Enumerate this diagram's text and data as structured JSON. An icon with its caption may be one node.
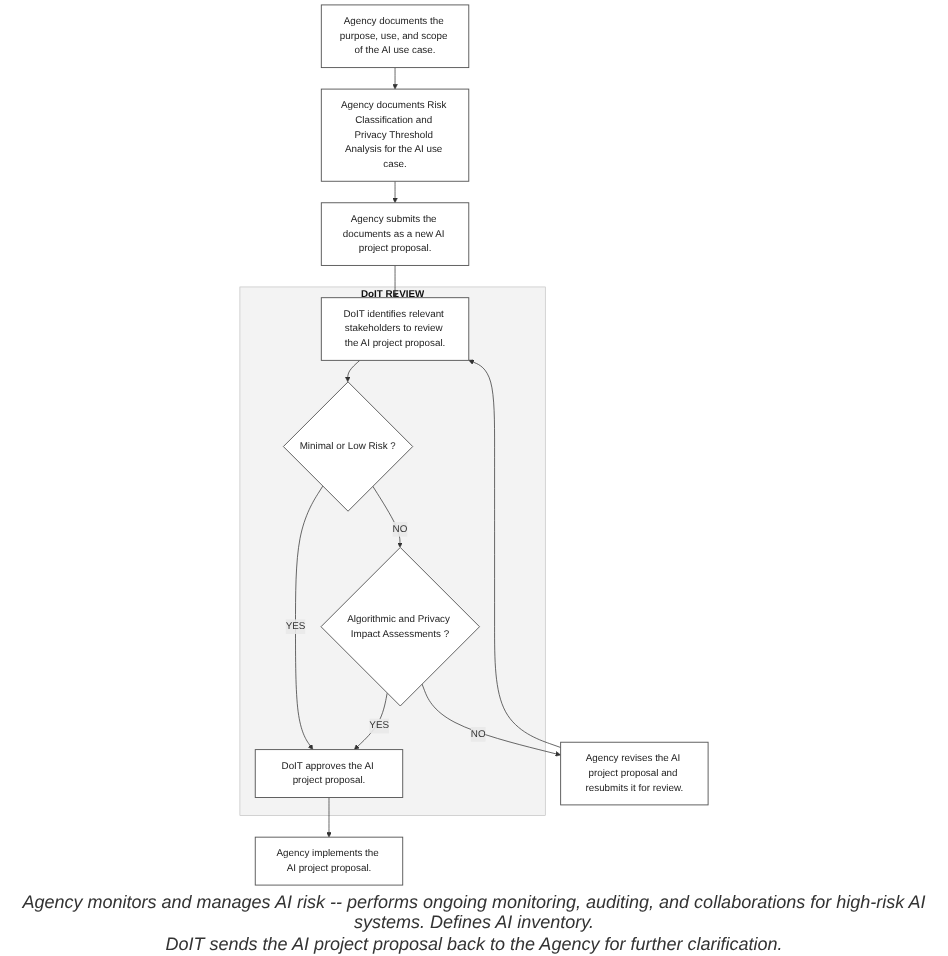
{
  "diagram": {
    "nodes": [
      {
        "text": [
          "Agency documents the purpose, use, and scope of the AI use case."
        ]
      },
      {
        "text": [
          "Agency documents Risk Classification and Privacy Threshold Analysis for the AI use case."
        ]
      },
      {
        "text": [
          "Agency submits the documents as a new AI project proposal."
        ]
      },
      {
        "text": [
          "DoIT REVIEW"
        ]
      },
      {
        "text": [
          "DoIT identifies relevant stakeholders to review the AI project proposal."
        ],
        "in": 3
      },
      {
        "text": [
          "Minimal or Low Risk ?"
        ],
        "in": 3
      },
      {
        "text": [
          "Algorithmic and Privacy Impact Assessments ?"
        ],
        "in": 3
      },
      {
        "text": [
          "DoIT approves the AI project proposal."
        ],
        "in": 3
      },
      {
        "text": [
          "Agency revises the AI project proposal and resubmits it for review."
        ]
      },
      {
        "text": [
          "Agency implements the AI project proposal."
        ],
        "beside": [
          "Agency monitors and manages AI risk -- performs ongoing monitoring, auditing, and collaborations for high-risk AI systems. Defines AI inventory."
        ]
      }
    ],
    "edges": [
      {
        "from": 0,
        "to": 1,
        "arrow": "to"
      },
      {
        "from": 1,
        "to": 2,
        "arrow": "to"
      },
      {
        "from": 2,
        "to": 4,
        "arrow": "to"
      },
      {
        "from": 4,
        "to": 5,
        "arrow": "to"
      },
      {
        "from": 5,
        "to": 6,
        "arrow": "to",
        "label": "NO"
      },
      {
        "from": 5,
        "to": 7,
        "arrow": "to",
        "label": "YES"
      },
      {
        "from": 6,
        "to": 7,
        "arrow": "to",
        "label": "YES"
      },
      {
        "from": 6,
        "to": 8,
        "arrow": "to",
        "label": "NO"
      },
      {
        "from": 8,
        "to": 4,
        "arrow": "to"
      },
      {
        "from": 7,
        "to": 9,
        "arrow": "to"
      }
    ],
    "labels": [
      "DoIT sends the AI project proposal back to the Agency for further clarification."
    ]
  }
}
